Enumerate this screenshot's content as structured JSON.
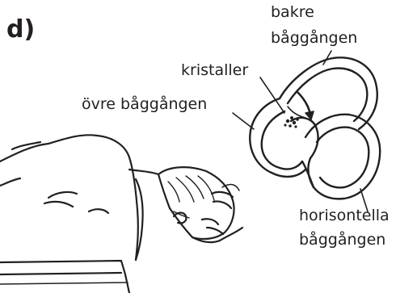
{
  "panel_letter": "d)",
  "labels": {
    "posterior_line1": "bakre",
    "posterior_line2": "båggången",
    "crystals": "kristaller",
    "superior": "övre båggången",
    "horizontal_line1": "horisontella",
    "horizontal_line2": "båggången"
  },
  "colors": {
    "ink": "#231f20",
    "crystal_fill": "#231f20",
    "background": "#ffffff"
  }
}
